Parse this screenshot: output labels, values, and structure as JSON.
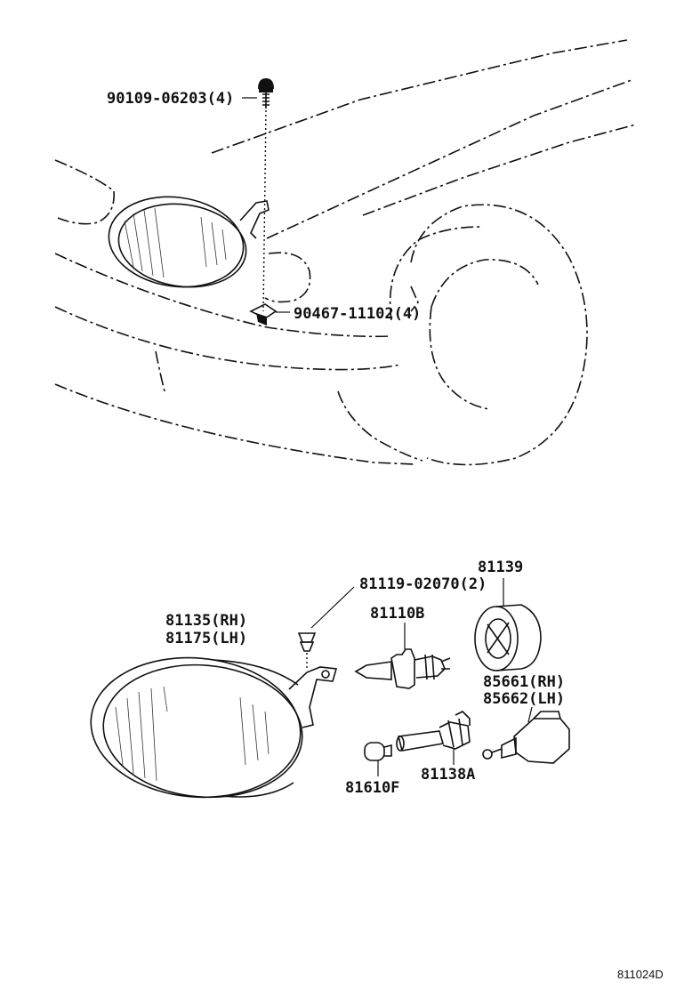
{
  "labels": {
    "bolt": "90109-06203(4)",
    "nut": "90467-11102(4)",
    "grommet": "81119-02070(2)",
    "cap": "81139",
    "headlamp_rh": "81135(RH)",
    "headlamp_lh": "81175(LH)",
    "bulb": "81110B",
    "socket_rh": "85661(RH)",
    "socket_lh": "85662(LH)",
    "wedge_bulb": "81610F",
    "socket_small": "81138A",
    "diagram_code": "811024D"
  },
  "colors": {
    "ink": "#111111",
    "paper": "#ffffff"
  }
}
